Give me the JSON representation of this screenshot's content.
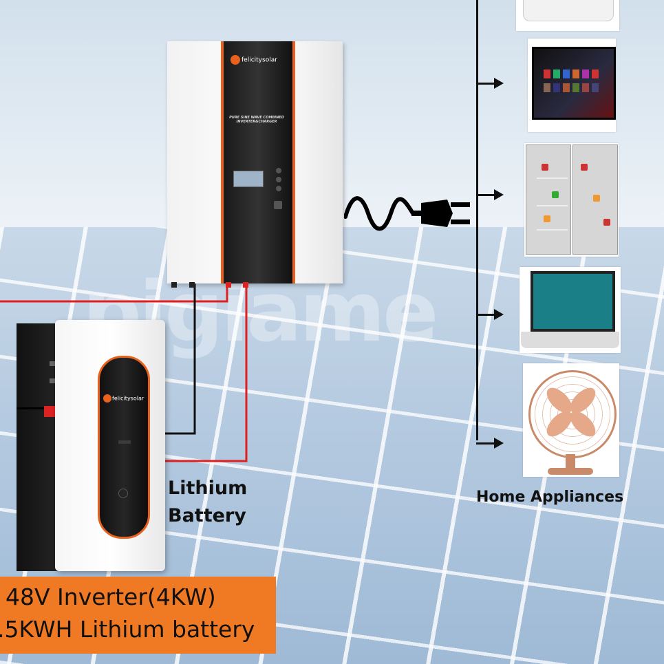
{
  "watermark": "pigiame",
  "inverter": {
    "brand": "felicitysolar",
    "panel_text": "PURE SINE WAVE COMBINED INVERTER&CHARGER"
  },
  "battery": {
    "brand": "felicitysolar",
    "label_line1": "Lithium",
    "label_line2": "Battery"
  },
  "appliances": {
    "label": "Home Appliances",
    "items": [
      "air-conditioner",
      "television",
      "refrigerator",
      "laptop",
      "fan"
    ]
  },
  "spec": {
    "line1": "48V Inverter(4KW)",
    "line2": ".5KWH Lithium battery"
  },
  "colors": {
    "accent": "#f07a24",
    "wire_red": "#e02020",
    "wire_black": "#111111"
  }
}
